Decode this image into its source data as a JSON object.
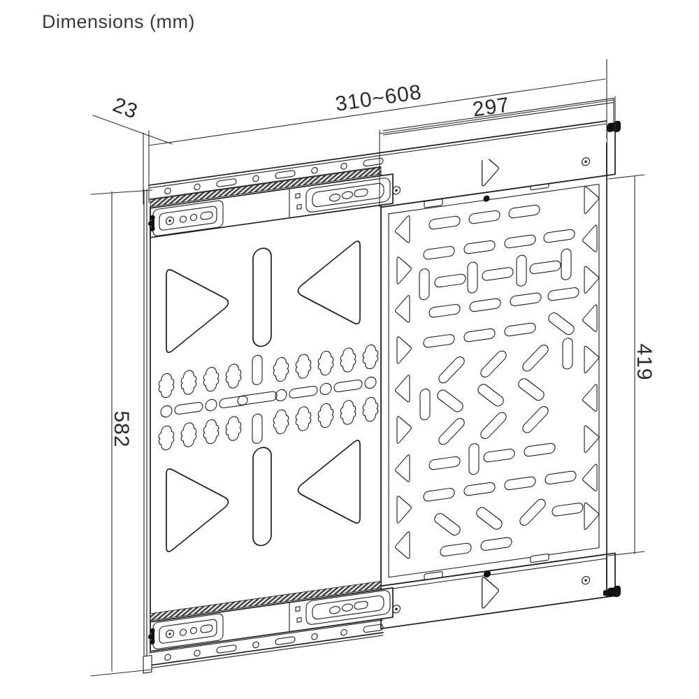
{
  "title": "Dimensions (mm)",
  "dimensions": {
    "rail_depth": "23",
    "extension_range": "310~608",
    "panel_width": "297",
    "overall_height": "582",
    "panel_height": "419"
  },
  "colors": {
    "line": "#1d1d1d",
    "dimension_line": "#2d2d2d",
    "text": "#3a3a3a",
    "background": "#ffffff"
  }
}
